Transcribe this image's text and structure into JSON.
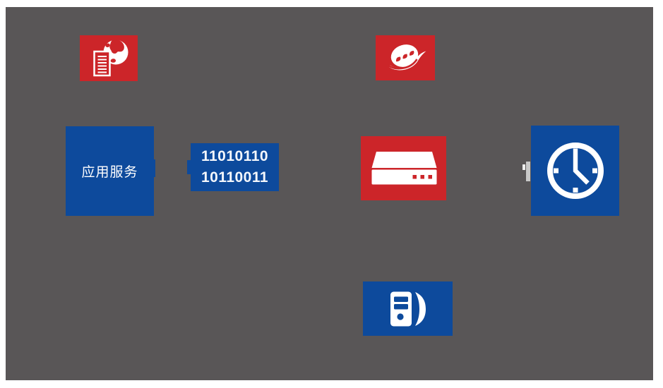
{
  "diagram": {
    "background_color": "#595657",
    "page_margin_color": "#ffffff",
    "accent_red": "#CC2529",
    "accent_blue": "#0D4A9C",
    "connector_color": "#C8C8C8"
  },
  "tiles": [
    {
      "id": "doc-globe",
      "icon": "document-globe-icon",
      "color": "#CC2529"
    },
    {
      "id": "swirl-logo",
      "icon": "swirl-logo-icon",
      "color": "#CC2529"
    },
    {
      "id": "app-service",
      "label": "应用服务",
      "color": "#0D4A9C"
    },
    {
      "id": "binary",
      "lines": [
        "11010110",
        "10110011"
      ],
      "color": "#0D4A9C"
    },
    {
      "id": "router",
      "icon": "router-device-icon",
      "color": "#CC2529"
    },
    {
      "id": "clock",
      "icon": "clock-icon",
      "color": "#0D4A9C"
    },
    {
      "id": "server",
      "icon": "server-tower-icon",
      "color": "#0D4A9C"
    }
  ]
}
